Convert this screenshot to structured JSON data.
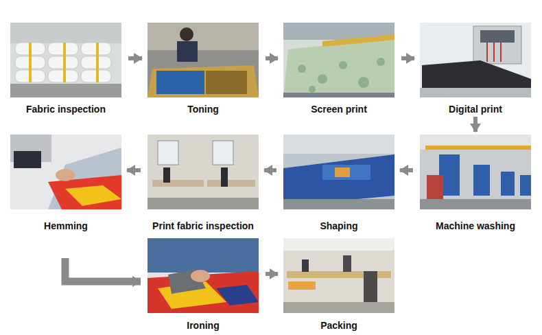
{
  "diagram": {
    "nodes": [
      {
        "text": [
          "Fabric inspection"
        ]
      },
      {
        "text": [
          "Toning"
        ]
      },
      {
        "text": [
          "Screen print"
        ]
      },
      {
        "text": [
          "Digital print"
        ]
      },
      {
        "text": [
          "Machine washing"
        ]
      },
      {
        "text": [
          "Shaping"
        ]
      },
      {
        "text": [
          "Print fabric inspection"
        ]
      },
      {
        "text": [
          "Hemming"
        ]
      },
      {
        "text": [
          "Ironing"
        ]
      },
      {
        "text": [
          "Packing"
        ]
      }
    ],
    "edges": [
      {
        "from": 0,
        "to": 1,
        "arrow": "to"
      },
      {
        "from": 1,
        "to": 2,
        "arrow": "to"
      },
      {
        "from": 2,
        "to": 3,
        "arrow": "to"
      },
      {
        "from": 3,
        "to": 4,
        "arrow": "to"
      },
      {
        "from": 4,
        "to": 5,
        "arrow": "to"
      },
      {
        "from": 5,
        "to": 6,
        "arrow": "to"
      },
      {
        "from": 6,
        "to": 7,
        "arrow": "to"
      },
      {
        "from": 7,
        "to": 8,
        "arrow": "to"
      },
      {
        "from": 8,
        "to": 9,
        "arrow": "to"
      }
    ]
  }
}
